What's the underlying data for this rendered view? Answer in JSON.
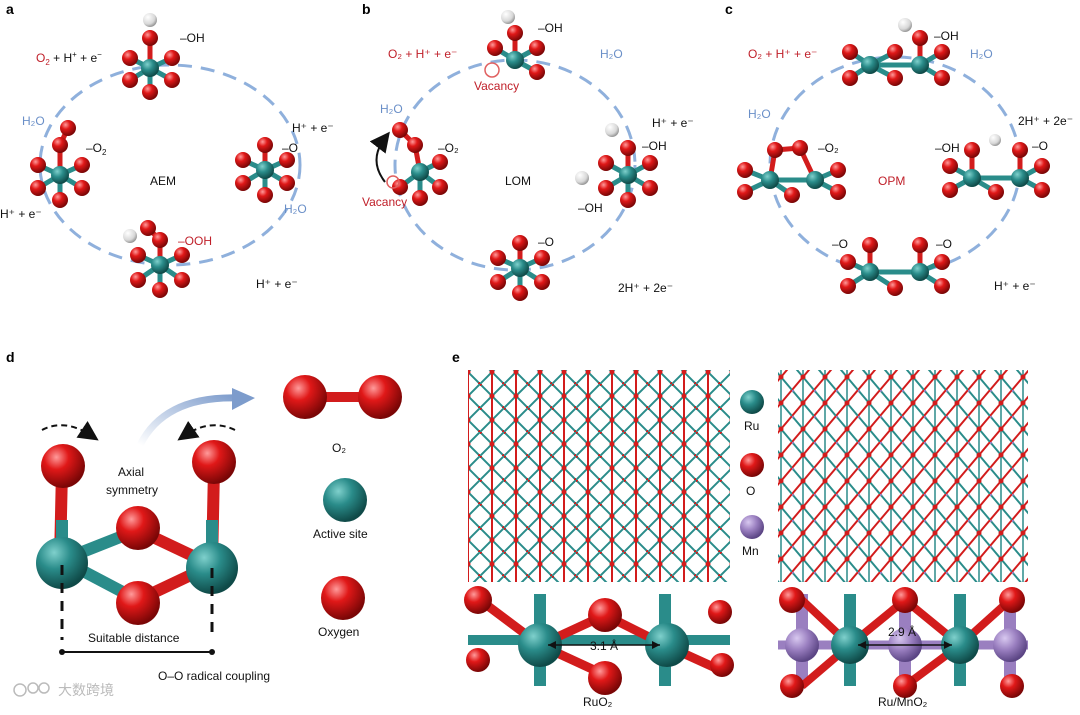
{
  "panels": {
    "a": {
      "letter": "a",
      "center": "AEM",
      "o2_top": "O",
      "o2_sub": "2",
      "o2_rest": " + H",
      "o2_sup": "+",
      "o2_tail": " + e",
      "o2_tail_sup": "−",
      "oh_top": "–OH",
      "h2o_left": "H₂O",
      "o2_ads": "–O",
      "o2_ads_sub": "2",
      "hpe_right": "H⁺ + e⁻",
      "o_right": "–O",
      "h2o_right": "H₂O",
      "hpe_left": "H⁺ + e⁻",
      "ooh": "–OOH",
      "hpe_bottom": "H⁺ + e⁻"
    },
    "b": {
      "letter": "b",
      "center": "LOM",
      "o2_top": "O₂ + H⁺ + e⁻",
      "oh_top": "–OH",
      "vacancy_top": "Vacancy",
      "h2o_top": "H₂O",
      "h2o_left": "H₂O",
      "o2_ads": "–O₂",
      "hpe_right": "H⁺ + e⁻",
      "oh_right": "–OH",
      "oh_right2": "–OH",
      "vacancy_left": "Vacancy",
      "o_bottom": "–O",
      "h2e_bottom": "2H⁺ + 2e⁻"
    },
    "c": {
      "letter": "c",
      "center": "OPM",
      "o2_top": "O₂ + H⁺ + e⁻",
      "oh_top": "–OH",
      "h2o_top": "H₂O",
      "h2o_left": "H₂O",
      "h2e_right": "2H⁺ + 2e⁻",
      "o2_ads": "–O₂",
      "oh_right": "–OH",
      "o_right": "–O",
      "o_bottom_left": "–O",
      "o_bottom_right": "–O",
      "hpe_bottom": "H⁺ + e⁻"
    },
    "d": {
      "letter": "d",
      "axial": "Axial",
      "symmetry": "symmetry",
      "suitable": "Suitable distance",
      "coupling": "O–O radical coupling",
      "legend_o2": "O₂",
      "legend_active": "Active site",
      "legend_oxygen": "Oxygen"
    },
    "e": {
      "letter": "e",
      "legend_ru": "Ru",
      "legend_o": "O",
      "legend_mn": "Mn",
      "dist_ruo2": "3.1 Å",
      "dist_rumno2": "2.9 Å",
      "caption_ruo2": "RuO₂",
      "caption_rumno2": "Ru/MnO₂"
    }
  },
  "watermark": "大数跨境",
  "colors": {
    "ru": "#2a8c8a",
    "o": "#d21c1c",
    "mn": "#9a7fc0",
    "h": "#e6e6e6",
    "cycle": "#8fb0dc",
    "label_red": "#c0202a",
    "label_blue": "#6a8fc8"
  }
}
